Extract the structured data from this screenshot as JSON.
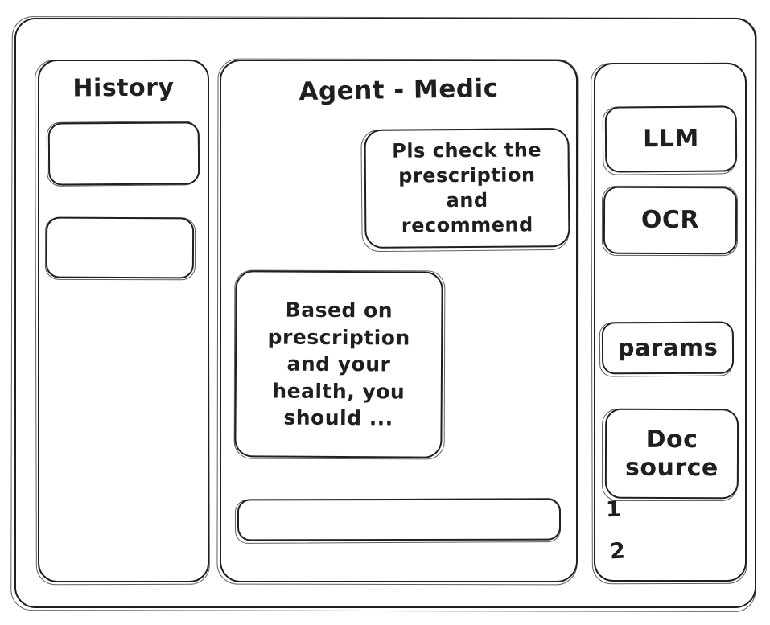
{
  "window": {
    "frame_name": "app-window"
  },
  "sidebar_left": {
    "title": "History",
    "items": [
      {
        "label": ""
      },
      {
        "label": ""
      }
    ]
  },
  "main": {
    "title": "Agent - Medic",
    "messages": [
      {
        "role": "user",
        "text": "Pls check the\nprescription\nand recommend"
      },
      {
        "role": "agent",
        "text": "Based on\nprescription\nand your\nhealth, you\nshould ..."
      }
    ],
    "composer": {
      "value": "",
      "placeholder": ""
    }
  },
  "sidebar_right": {
    "tools": [
      {
        "label": "LLM"
      },
      {
        "label": "OCR"
      },
      {
        "label": "params"
      },
      {
        "label": "Doc\nsource"
      }
    ],
    "doc_source_list": [
      {
        "marker": "1"
      },
      {
        "marker": "2"
      }
    ]
  },
  "colors": {
    "stroke": "#1f1f1f",
    "background": "#ffffff"
  }
}
